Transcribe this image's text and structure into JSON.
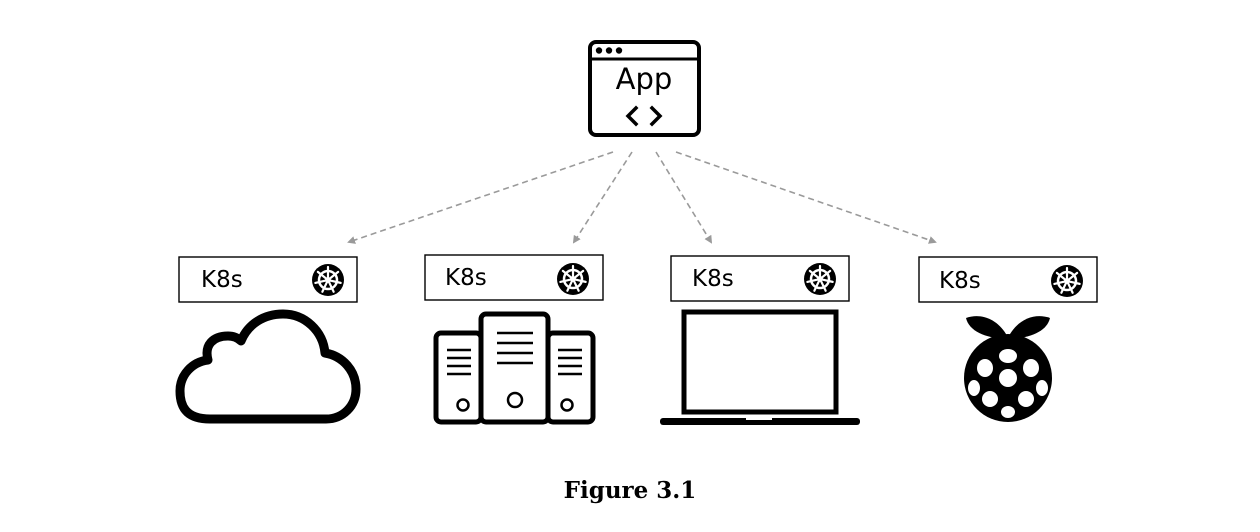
{
  "app": {
    "label": "App",
    "code_glyph": "<>",
    "icon": "browser-window-icon"
  },
  "connector": {
    "style": "dashed-arrow",
    "color": "#9a9a9a"
  },
  "k8s_label": "K8s",
  "k8s_icon": "kubernetes-helm-icon",
  "targets": [
    {
      "id": "cloud",
      "label": "K8s",
      "icon": "cloud-icon"
    },
    {
      "id": "servers",
      "label": "K8s",
      "icon": "server-rack-icon"
    },
    {
      "id": "laptop",
      "label": "K8s",
      "icon": "laptop-icon"
    },
    {
      "id": "raspberry-pi",
      "label": "K8s",
      "icon": "raspberry-pi-icon"
    }
  ],
  "caption": "Figure 3.1"
}
